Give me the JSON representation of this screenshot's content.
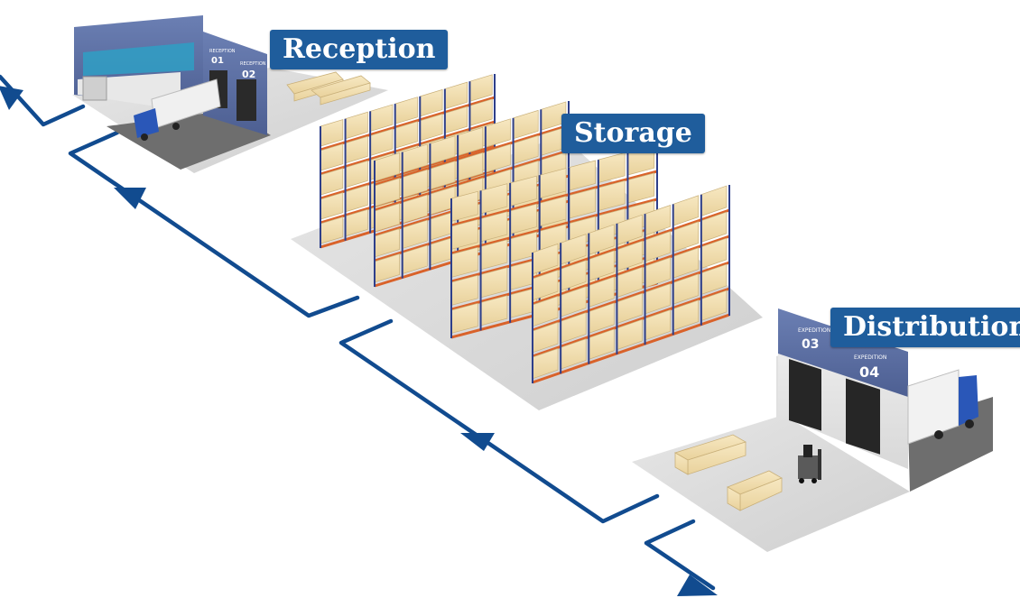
{
  "stages": {
    "reception": {
      "label": "Reception"
    },
    "storage": {
      "label": "Storage"
    },
    "distribution": {
      "label": "Distribution"
    }
  },
  "docks": {
    "reception": [
      {
        "caption": "RECEPTION",
        "number": "01"
      },
      {
        "caption": "RECEPTION",
        "number": "02"
      }
    ],
    "distribution": [
      {
        "caption": "EXPEDITION",
        "number": "03"
      },
      {
        "caption": "EXPEDITION",
        "number": "04"
      }
    ]
  },
  "colors": {
    "flow_line": "#114b8f",
    "label_background": "#1f5d9c",
    "label_text": "#ffffff",
    "facade": "#5b6fa3",
    "floor": "#d9d9d9",
    "box": "#f3e0b0",
    "rack_upright": "#2e3f8a",
    "rack_beam": "#d9622a",
    "truck_cab": "#2a57b8"
  }
}
